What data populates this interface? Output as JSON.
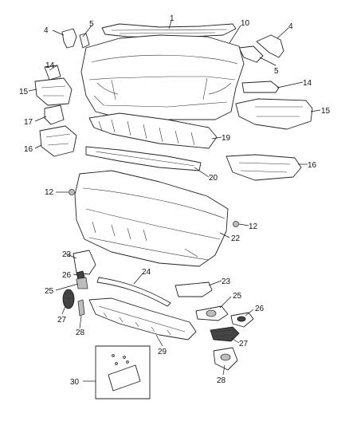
{
  "callouts": [
    {
      "id": "c1",
      "label": "1"
    },
    {
      "id": "c4a",
      "label": "4"
    },
    {
      "id": "c5a",
      "label": "5"
    },
    {
      "id": "c10",
      "label": "10"
    },
    {
      "id": "c4b",
      "label": "4"
    },
    {
      "id": "c5b",
      "label": "5"
    },
    {
      "id": "c14a",
      "label": "14"
    },
    {
      "id": "c15a",
      "label": "15"
    },
    {
      "id": "c17",
      "label": "17"
    },
    {
      "id": "c16a",
      "label": "16"
    },
    {
      "id": "c14b",
      "label": "14"
    },
    {
      "id": "c15b",
      "label": "15"
    },
    {
      "id": "c19",
      "label": "19"
    },
    {
      "id": "c20",
      "label": "20"
    },
    {
      "id": "c16b",
      "label": "16"
    },
    {
      "id": "c12a",
      "label": "12"
    },
    {
      "id": "c12b",
      "label": "12"
    },
    {
      "id": "c22",
      "label": "22"
    },
    {
      "id": "c23a",
      "label": "23"
    },
    {
      "id": "c24",
      "label": "24"
    },
    {
      "id": "c26a",
      "label": "26"
    },
    {
      "id": "c25a",
      "label": "25"
    },
    {
      "id": "c23b",
      "label": "23"
    },
    {
      "id": "c25b",
      "label": "25"
    },
    {
      "id": "c26b",
      "label": "26"
    },
    {
      "id": "c27a",
      "label": "27"
    },
    {
      "id": "c28a",
      "label": "28"
    },
    {
      "id": "c29",
      "label": "29"
    },
    {
      "id": "c27b",
      "label": "27"
    },
    {
      "id": "c28b",
      "label": "28"
    },
    {
      "id": "c30",
      "label": "30"
    }
  ]
}
